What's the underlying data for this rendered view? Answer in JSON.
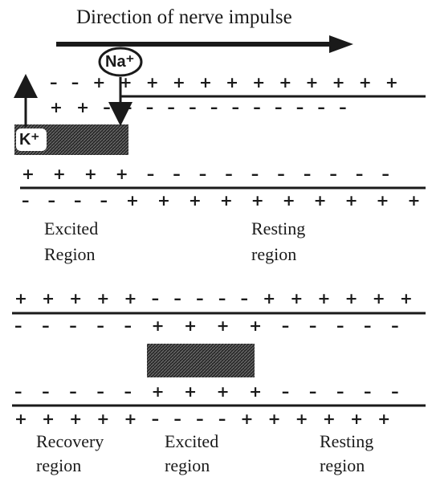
{
  "title": "Direction of nerve impulse",
  "ions": {
    "sodium": "Na⁺",
    "potassium": "K⁺"
  },
  "top_panel": {
    "outer_charges": "– – + + + + + + + + + + + +",
    "upper_inner_charges": "+ + – – – – – – – – – – – –",
    "lower_inner_charges": "+ + + + – – – – – – – – – –",
    "bottom_charges": "– – – – + + + + + + + + + +",
    "labels": {
      "excited": [
        "Excited",
        "Region"
      ],
      "resting": [
        "Resting",
        "region"
      ]
    }
  },
  "bottom_panel": {
    "top_charges": "+ + + + + – – – – – + + + + + +",
    "upper_inner_charges": "– – – – – + + + + – – – – –",
    "lower_inner_charges": "– – – – – + + + + – – – – –",
    "bottom_charges": "+ + + + + – – – – + + + + + +",
    "labels": {
      "recovery": [
        "Recovery",
        "region"
      ],
      "excited": [
        "Excited",
        "region"
      ],
      "resting": [
        "Resting",
        "region"
      ]
    }
  },
  "colors": {
    "ink": "#1a1a1a",
    "paper": "#ffffff",
    "shading": "#555555"
  }
}
